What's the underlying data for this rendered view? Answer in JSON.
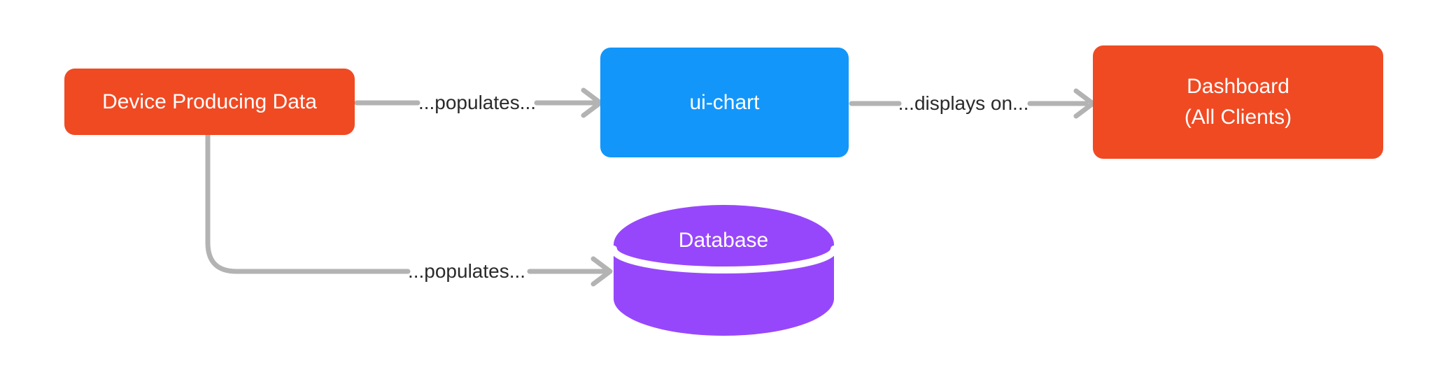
{
  "diagram": {
    "background_color": "#ffffff",
    "edge_color": "#b3b3b3",
    "edge_label_color": "#2a2a2a",
    "node_text_color": "#ffffff",
    "nodes": {
      "device": {
        "label": "Device Producing Data",
        "color": "#f04a23",
        "shape": "rounded-rectangle"
      },
      "ui_chart": {
        "label": "ui-chart",
        "color": "#1296fa",
        "shape": "rounded-rectangle"
      },
      "dashboard": {
        "label_line1": "Dashboard",
        "label_line2": "(All Clients)",
        "color": "#f04a23",
        "shape": "rounded-rectangle"
      },
      "database": {
        "label": "Database",
        "color": "#9747fb",
        "shape": "cylinder"
      }
    },
    "edges": [
      {
        "from": "device",
        "to": "ui_chart",
        "label": "...populates..."
      },
      {
        "from": "ui_chart",
        "to": "dashboard",
        "label": "...displays on..."
      },
      {
        "from": "device",
        "to": "database",
        "label": "...populates..."
      }
    ]
  }
}
